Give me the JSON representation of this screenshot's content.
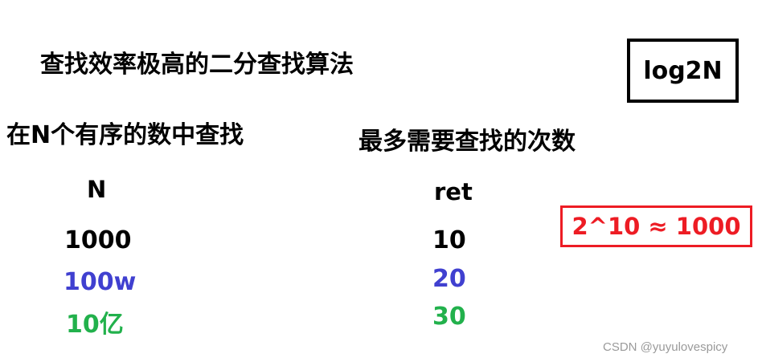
{
  "title": "查找效率极高的二分查找算法",
  "formula": "log2N",
  "left_header": "在N个有序的数中查找",
  "right_header": "最多需要查找的次数",
  "column_n_label": "N",
  "column_ret_label": "ret",
  "rows": [
    {
      "n": "1000",
      "ret": "10",
      "color": "#000000"
    },
    {
      "n": "100w",
      "ret": "20",
      "color": "#4040d0"
    },
    {
      "n": "10亿",
      "ret": "30",
      "color": "#22b14c"
    }
  ],
  "note": "2^10 ≈ 1000",
  "note_color": "#ed1c24",
  "watermark": "CSDN @yuyulovespicy"
}
